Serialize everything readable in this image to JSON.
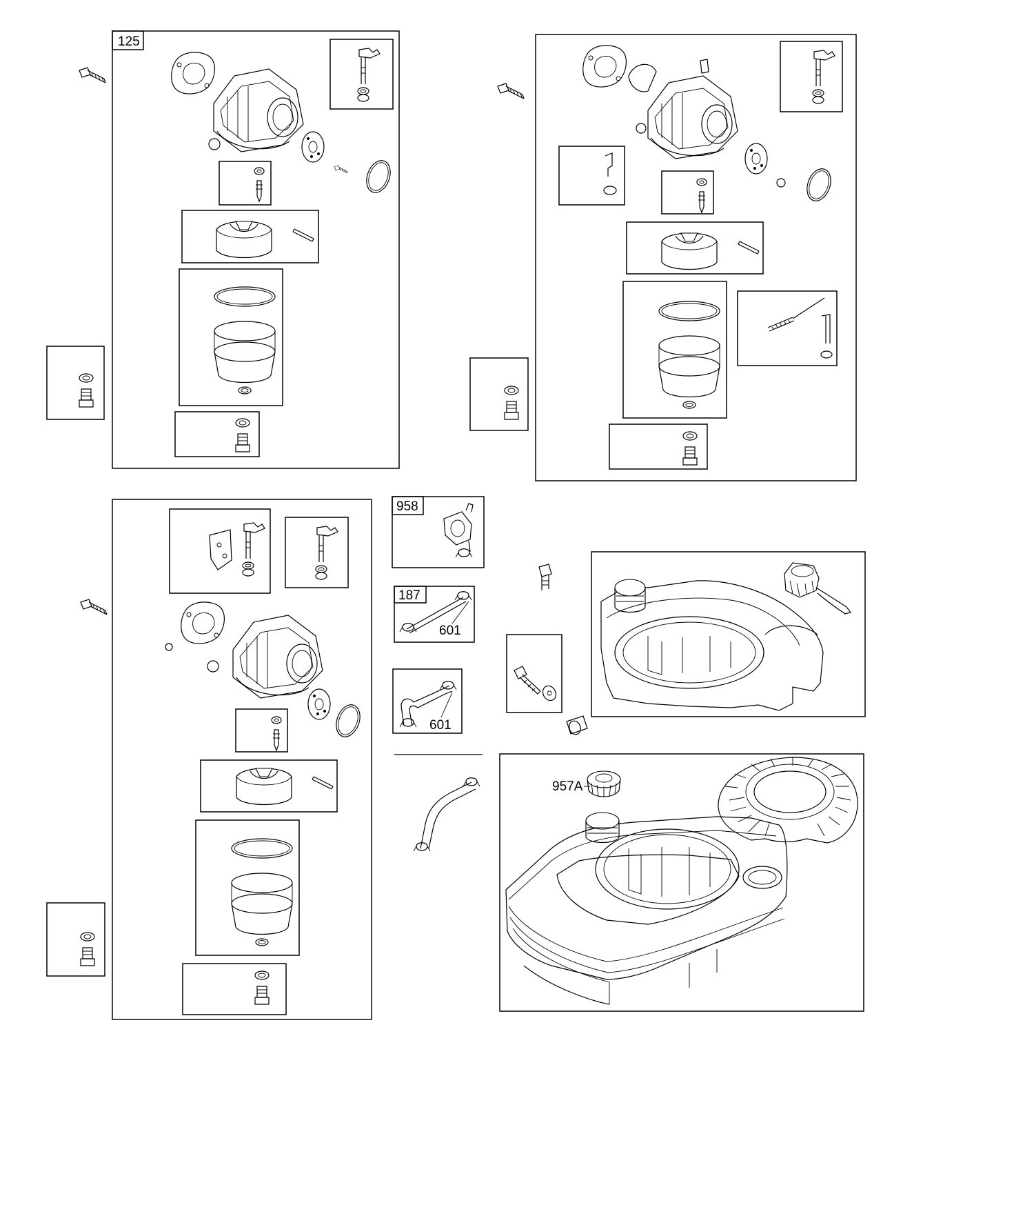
{
  "diagram": {
    "callouts": {
      "carb_kit_a": "125",
      "fuel_valve": "958",
      "fuel_line_a": "187",
      "clamp_a": "601",
      "clamp_b": "601",
      "tank_cap": "957A"
    }
  }
}
